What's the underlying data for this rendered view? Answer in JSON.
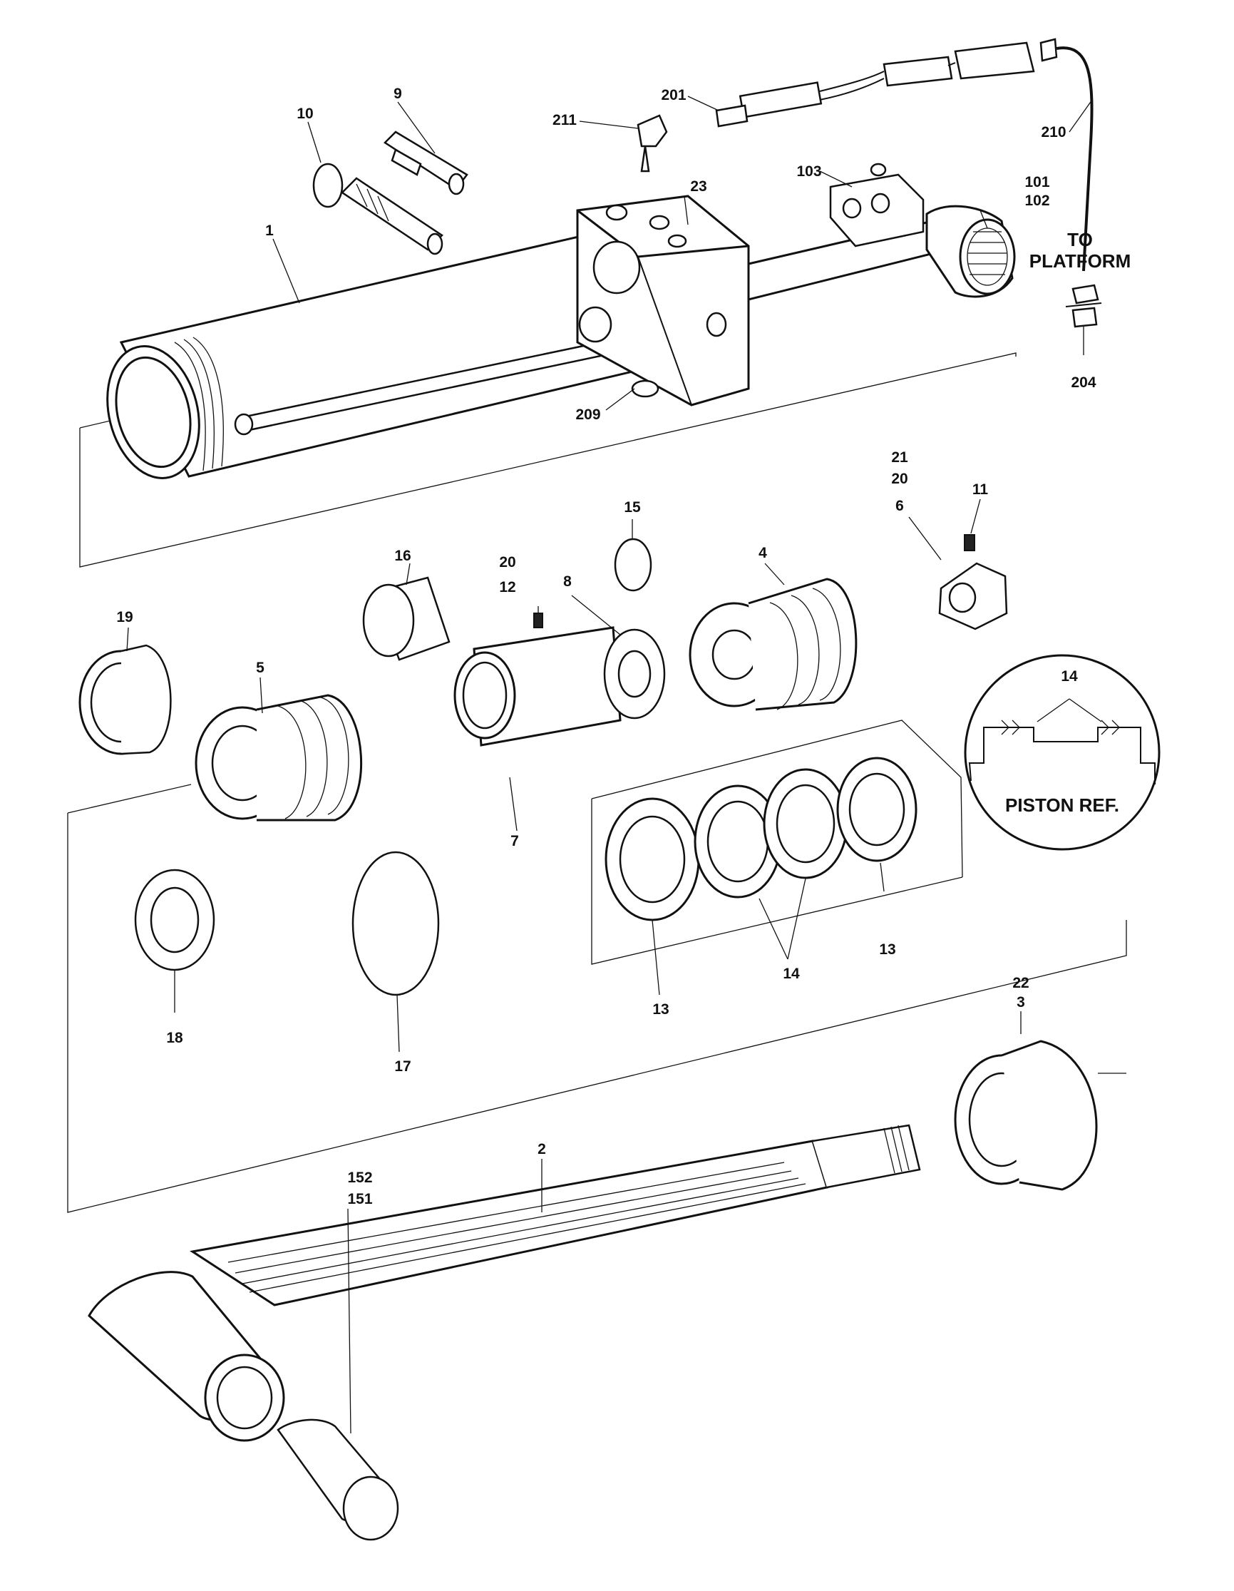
{
  "labels": {
    "l1": "1",
    "l2": "2",
    "l3": "3",
    "l4": "4",
    "l5": "5",
    "l6": "6",
    "l7": "7",
    "l8": "8",
    "l9": "9",
    "l10": "10",
    "l11": "11",
    "l12": "12",
    "l13a": "13",
    "l13b": "13",
    "l14a": "14",
    "l14b": "14",
    "l15": "15",
    "l16": "16",
    "l17": "17",
    "l18": "18",
    "l19": "19",
    "l20a": "20",
    "l20b": "20",
    "l21": "21",
    "l22": "22",
    "l23": "23",
    "l101": "101",
    "l102": "102",
    "l103": "103",
    "l151": "151",
    "l152": "152",
    "l201": "201",
    "l204": "204",
    "l209": "209",
    "l210": "210",
    "l211": "211"
  },
  "to_platform": {
    "line1": "TO",
    "line2": "PLATFORM"
  },
  "piston_ref": "PISTON REF."
}
